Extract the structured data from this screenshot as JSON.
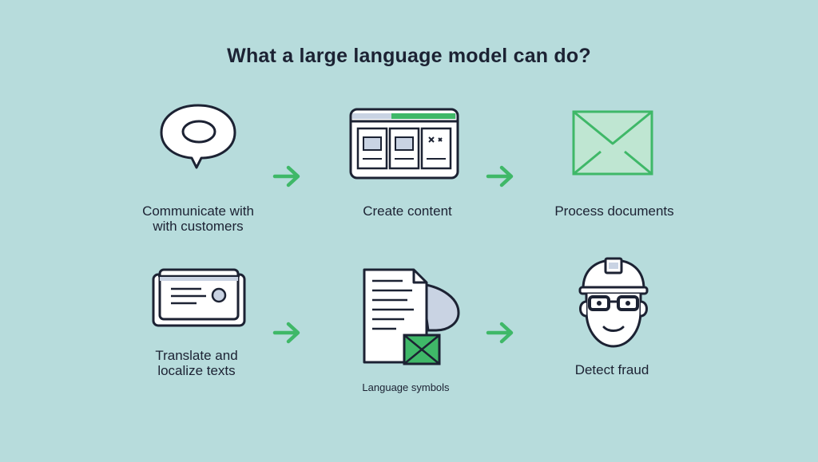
{
  "title": "What a large language model can do?",
  "items": [
    {
      "label": "Communicate with\nwith customers",
      "icon": "speech-bubble-icon"
    },
    {
      "label": "Create content",
      "icon": "web-page-layout-icon"
    },
    {
      "label": "Process documents",
      "icon": "envelope-icon"
    },
    {
      "label": "Translate and\nlocalize texts",
      "icon": "document-card-icon"
    },
    {
      "label": "Language symbols",
      "icon": "document-checkbox-icon"
    },
    {
      "label": "Detect fraud",
      "icon": "worker-with-glasses-icon"
    }
  ],
  "colors": {
    "background": "#b7dcdc",
    "accent": "#3fb868",
    "stroke": "#1c2233",
    "fill": "#ffffff",
    "soft": "#c9d3e3"
  }
}
